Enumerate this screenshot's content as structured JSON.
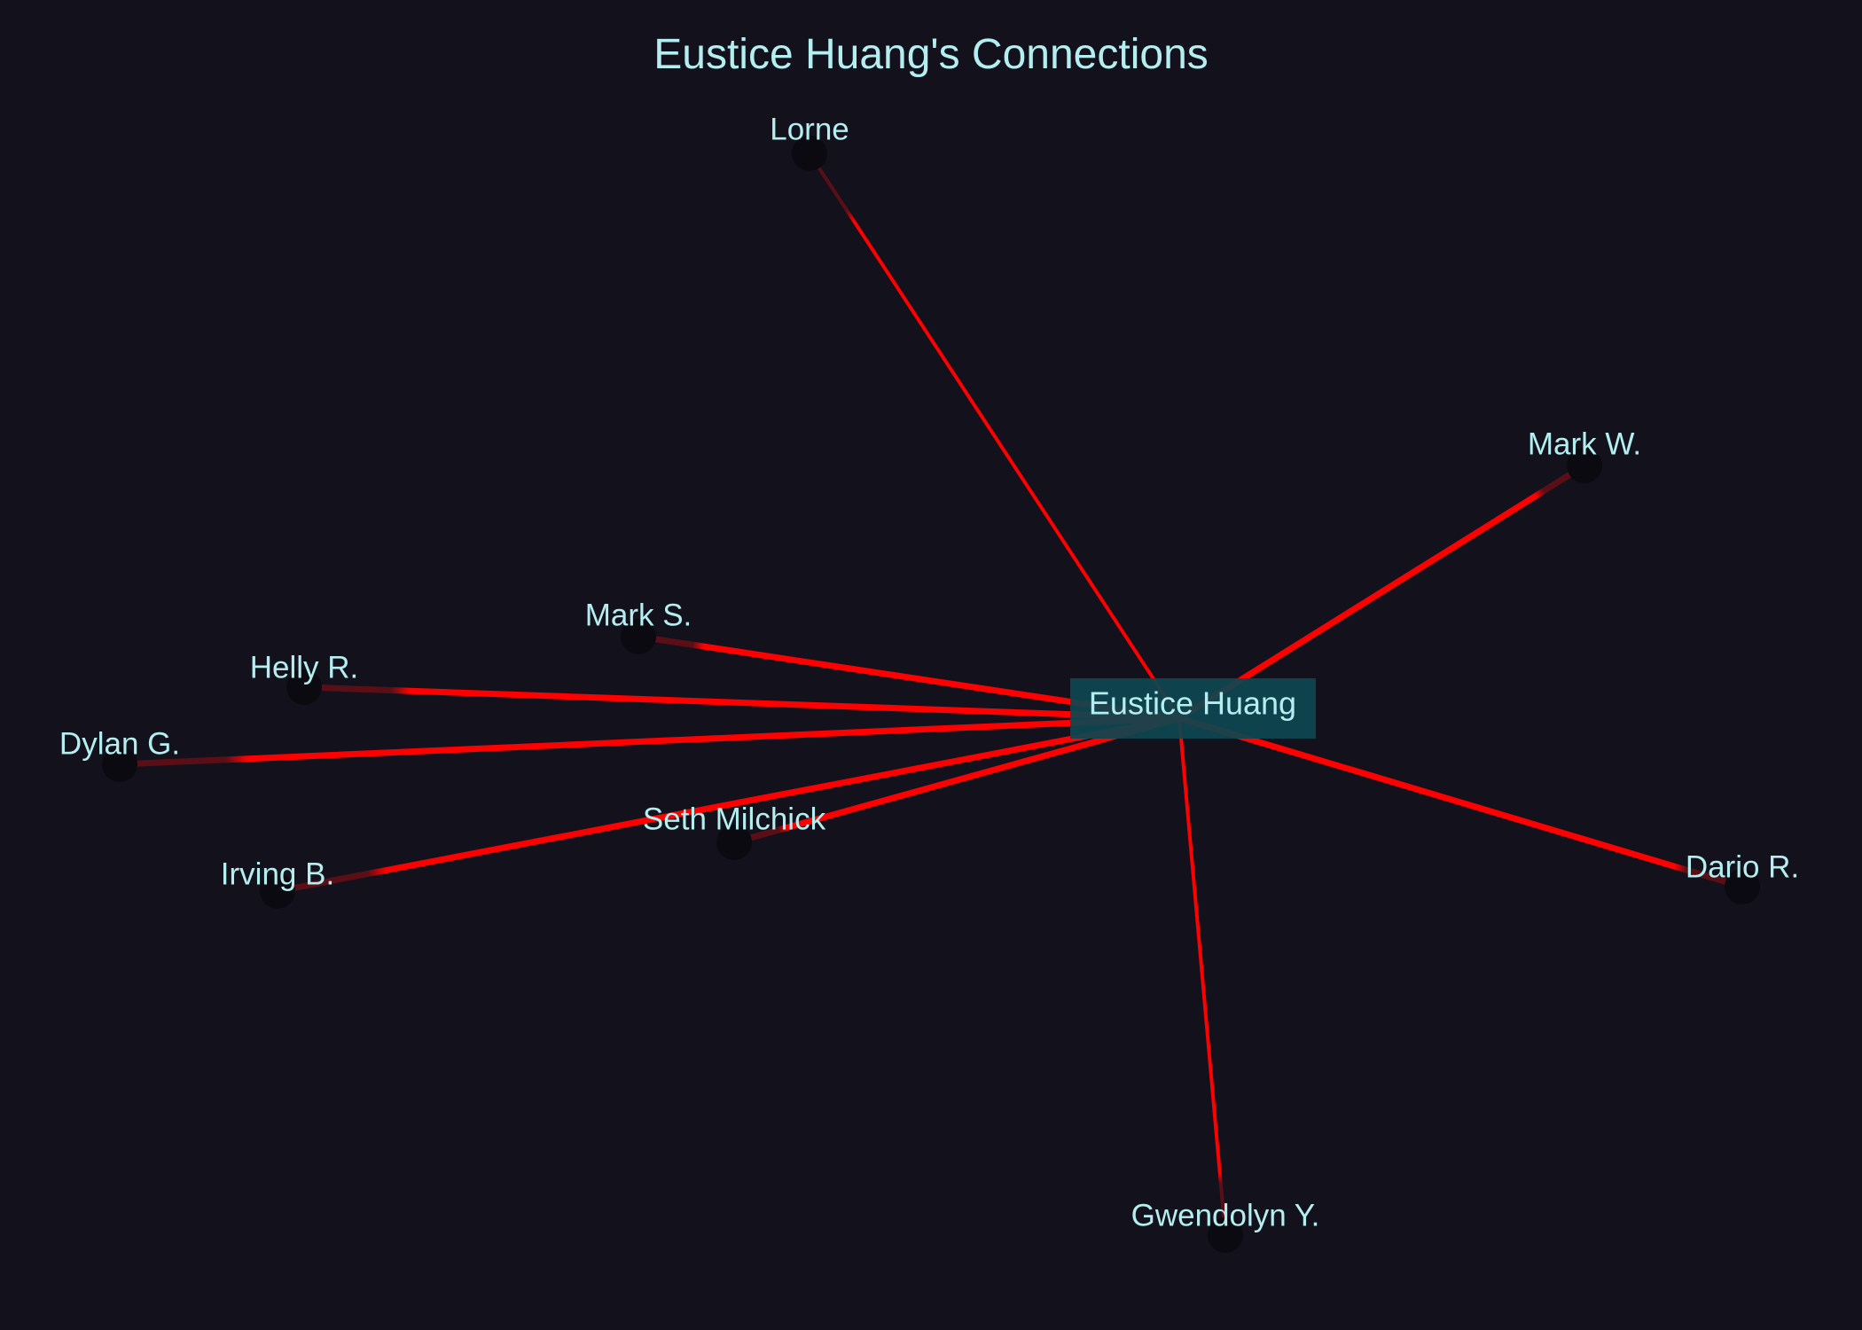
{
  "diagram": {
    "title": "Eustice Huang's Connections",
    "center": {
      "id": "eustice",
      "label": "Eustice Huang"
    },
    "nodes": [
      {
        "id": "lorne",
        "label": "Lorne"
      },
      {
        "id": "mark_w",
        "label": "Mark W."
      },
      {
        "id": "mark_s",
        "label": "Mark S."
      },
      {
        "id": "helly",
        "label": "Helly R."
      },
      {
        "id": "dylan",
        "label": "Dylan G."
      },
      {
        "id": "seth",
        "label": "Seth Milchick"
      },
      {
        "id": "irving",
        "label": "Irving B."
      },
      {
        "id": "dario",
        "label": "Dario R."
      },
      {
        "id": "gwendolyn",
        "label": "Gwendolyn Y."
      }
    ],
    "edges": [
      {
        "from": "eustice",
        "to": "lorne",
        "weight": 1
      },
      {
        "from": "eustice",
        "to": "mark_w",
        "weight": 2
      },
      {
        "from": "eustice",
        "to": "mark_s",
        "weight": 2
      },
      {
        "from": "eustice",
        "to": "helly",
        "weight": 2
      },
      {
        "from": "eustice",
        "to": "dylan",
        "weight": 2
      },
      {
        "from": "eustice",
        "to": "seth",
        "weight": 2
      },
      {
        "from": "eustice",
        "to": "irving",
        "weight": 2
      },
      {
        "from": "eustice",
        "to": "dario",
        "weight": 2
      },
      {
        "from": "eustice",
        "to": "gwendolyn",
        "weight": 1
      }
    ]
  },
  "colors": {
    "background": "#13111c",
    "edge": "#ff0000",
    "edge_fade": "#5a0f16",
    "label": "#b4eef0",
    "center_box": "#0e4650",
    "node_dot": "#0b0a10"
  }
}
